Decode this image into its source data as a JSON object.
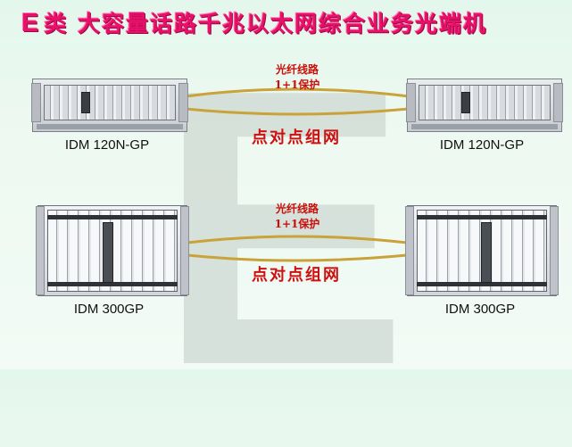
{
  "title": {
    "letter": "E",
    "text": "类 大容量话路千兆以太网综合业务光端机"
  },
  "background_letter": "E",
  "colors": {
    "title": "#e8106a",
    "fiber": "#c8a030",
    "label_red": "#cf1010"
  },
  "top_row": {
    "fiber_line1": "光纤线路",
    "fiber_line2": "1+1保护",
    "network": "点对点组网",
    "left_device": "IDM 120N-GP",
    "right_device": "IDM 120N-GP"
  },
  "bottom_row": {
    "fiber_line1": "光纤线路",
    "fiber_line2": "1+1保护",
    "network": "点对点组网",
    "left_device": "IDM 300GP",
    "right_device": "IDM 300GP"
  }
}
